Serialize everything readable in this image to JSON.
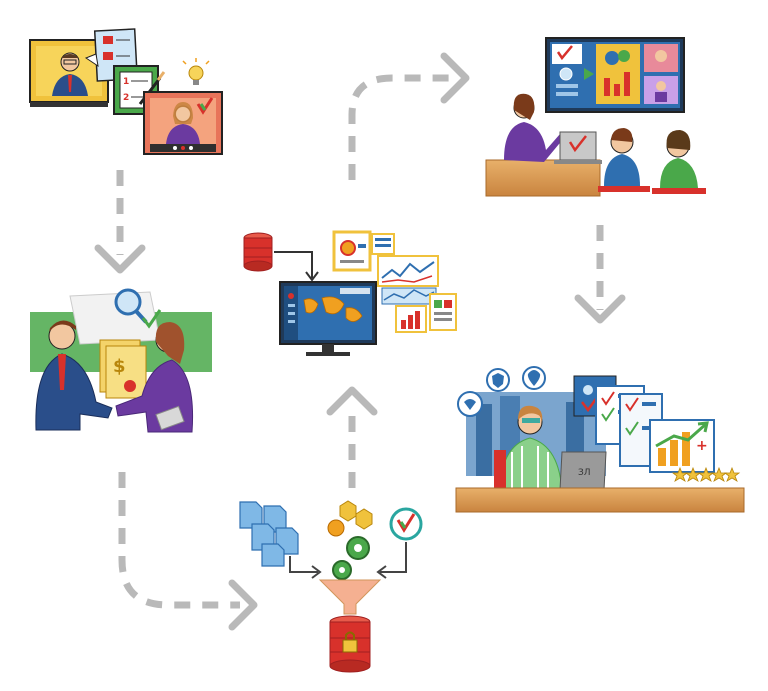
{
  "diagram": {
    "stages": [
      {
        "id": "video-consultation",
        "icon": "video-call-illustration"
      },
      {
        "id": "agreement",
        "icon": "handshake-contract-illustration"
      },
      {
        "id": "data-integration",
        "icon": "data-integration-illustration"
      },
      {
        "id": "analytics-dashboard",
        "icon": "dashboard-illustration"
      },
      {
        "id": "presentation",
        "icon": "presentation-illustration"
      },
      {
        "id": "ongoing-monitoring",
        "icon": "monitoring-illustration"
      }
    ],
    "flow": [
      "video-consultation",
      "agreement",
      "data-integration",
      "analytics-dashboard",
      "presentation",
      "ongoing-monitoring"
    ],
    "list_digits": [
      "1",
      "2"
    ],
    "laptop_brand": "ЗЛ",
    "rating_stars": 5,
    "colors": {
      "arrow": "#b9b9b9",
      "brand_red": "#d8312b",
      "brand_green": "#4aa84a",
      "brand_purple": "#6b3aa0",
      "brand_teal": "#2aa6a0",
      "screen_blue": "#2f6fb0",
      "desk_wood": "#d89a52"
    }
  }
}
